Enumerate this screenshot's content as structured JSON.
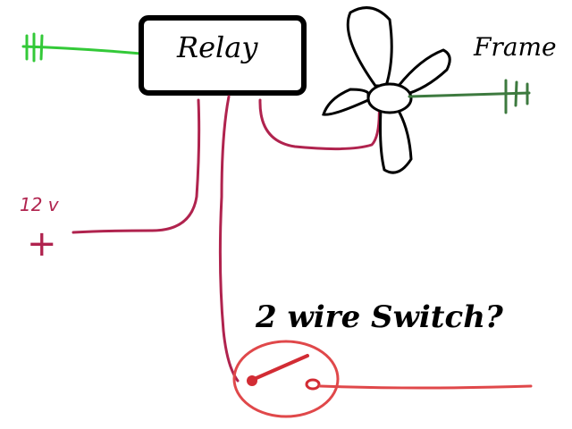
{
  "labels": {
    "relay": "Relay",
    "frame": "Frame",
    "voltage": "12 v",
    "plus": "+",
    "question": "2 wire Switch?"
  },
  "colors": {
    "relay_wire": "#b0234e",
    "switch": "#d22c34",
    "switch_circle": "#e0484a",
    "ground_left": "#33c938",
    "ground_right": "#3d7a3f",
    "ink": "#000000"
  },
  "icons": {
    "fan": "fan-icon",
    "ground": "ground-icon",
    "switch": "switch-icon"
  }
}
